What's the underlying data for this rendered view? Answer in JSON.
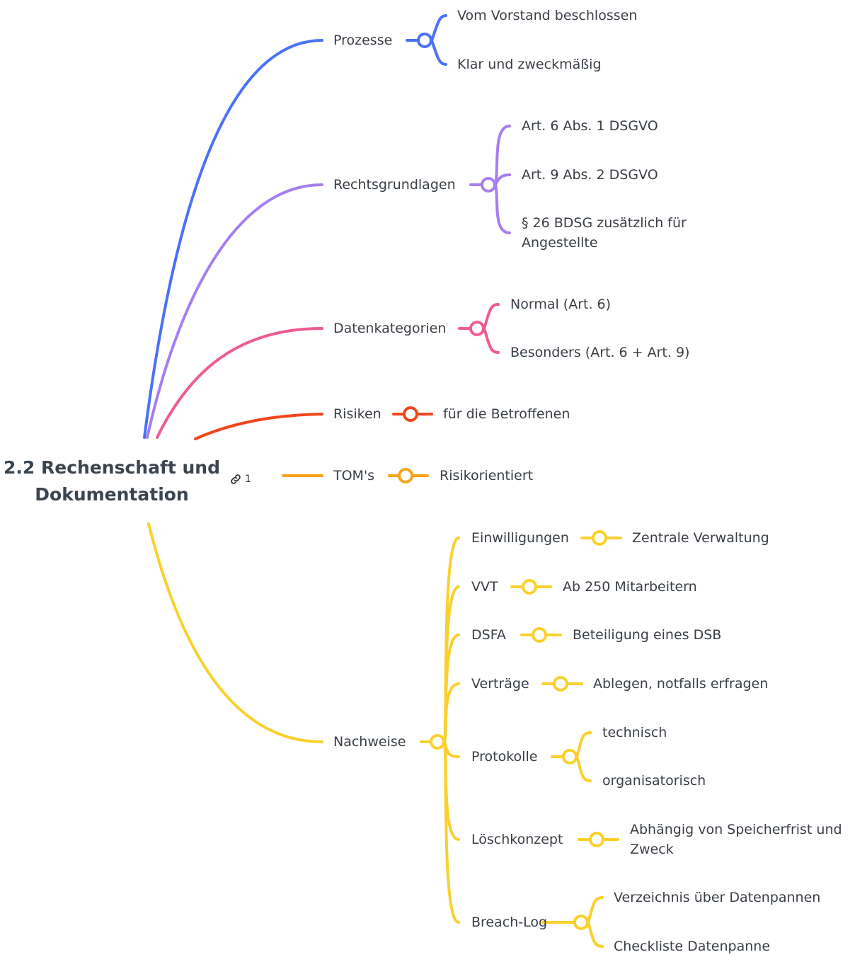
{
  "root": {
    "line1": "2.2 Rechenschaft und",
    "line2": "Dokumentation",
    "link_count": "1",
    "link_icon": "link-icon"
  },
  "colors": {
    "blue": "#4a72f5",
    "purple": "#a77ef0",
    "pink": "#ef5b92",
    "red": "#f2441c",
    "orange": "#f7a417",
    "yellow": "#fad02c"
  },
  "branches": {
    "prozesse": {
      "label": "Prozesse",
      "children": [
        "Vom Vorstand beschlossen",
        "Klar und zweckmäßig"
      ]
    },
    "rechtsgrundlagen": {
      "label": "Rechtsgrundlagen",
      "children": [
        "Art. 6 Abs. 1 DSGVO",
        "Art. 9 Abs. 2 DSGVO",
        "§ 26 BDSG zusätzlich für",
        "Angestellte"
      ]
    },
    "datenkategorien": {
      "label": "Datenkategorien",
      "children": [
        "Normal (Art. 6)",
        "Besonders (Art. 6 + Art. 9)"
      ]
    },
    "risiken": {
      "label": "Risiken",
      "child": "für die Betroffenen"
    },
    "toms": {
      "label": "TOM's",
      "child": "Risikorientiert"
    },
    "nachweise": {
      "label": "Nachweise",
      "einwilligungen": {
        "label": "Einwilligungen",
        "child": "Zentrale Verwaltung"
      },
      "vvt": {
        "label": "VVT",
        "child": "Ab 250 Mitarbeitern"
      },
      "dsfa": {
        "label": "DSFA",
        "child": "Beteiligung eines DSB"
      },
      "vertraege": {
        "label": "Verträge",
        "child": "Ablegen, notfalls erfragen"
      },
      "protokolle": {
        "label": "Protokolle",
        "children": [
          "technisch",
          "organisatorisch"
        ]
      },
      "loeschkonzept": {
        "label": "Löschkonzept",
        "child1": "Abhängig von Speicherfrist und",
        "child2": "Zweck"
      },
      "breachlog": {
        "label": "Breach-Log",
        "children": [
          "Verzeichnis über Datenpannen",
          "Checkliste Datenpanne"
        ]
      }
    }
  }
}
